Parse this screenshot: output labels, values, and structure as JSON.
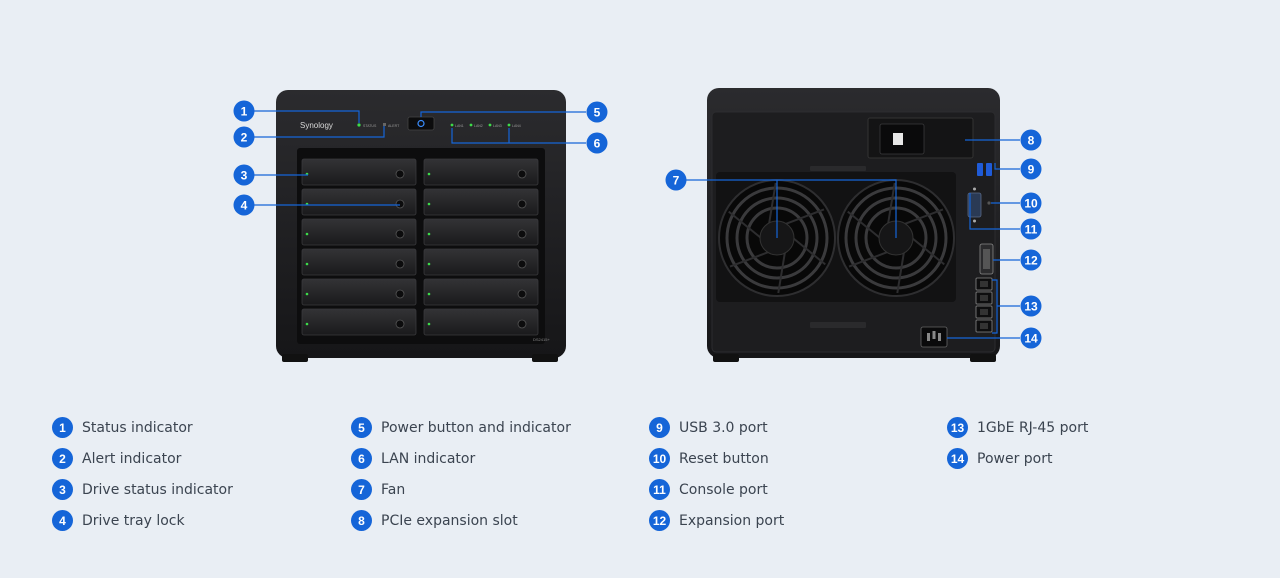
{
  "front_unit": {
    "brand": "Synology",
    "model": "DS2415+",
    "status_led_label": "STATUS",
    "alert_led_label": "ALERT",
    "lan_led_labels": [
      "LAN1",
      "LAN2",
      "LAN3",
      "LAN4"
    ]
  },
  "callouts": [
    {
      "number": "1"
    },
    {
      "number": "2"
    },
    {
      "number": "3"
    },
    {
      "number": "4"
    },
    {
      "number": "5"
    },
    {
      "number": "6"
    },
    {
      "number": "7"
    },
    {
      "number": "8"
    },
    {
      "number": "9"
    },
    {
      "number": "10"
    },
    {
      "number": "11"
    },
    {
      "number": "12"
    },
    {
      "number": "13"
    },
    {
      "number": "14"
    }
  ],
  "legend": [
    {
      "number": "1",
      "label": "Status indicator"
    },
    {
      "number": "2",
      "label": "Alert indicator"
    },
    {
      "number": "3",
      "label": "Drive status indicator"
    },
    {
      "number": "4",
      "label": "Drive tray lock"
    },
    {
      "number": "5",
      "label": "Power button and indicator"
    },
    {
      "number": "6",
      "label": "LAN indicator"
    },
    {
      "number": "7",
      "label": "Fan"
    },
    {
      "number": "8",
      "label": "PCIe expansion slot"
    },
    {
      "number": "9",
      "label": "USB 3.0 port"
    },
    {
      "number": "10",
      "label": "Reset button"
    },
    {
      "number": "11",
      "label": "Console port"
    },
    {
      "number": "12",
      "label": "Expansion port"
    },
    {
      "number": "13",
      "label": "1GbE RJ-45 port"
    },
    {
      "number": "14",
      "label": "Power port"
    }
  ],
  "colors": {
    "badge": "#1565d8",
    "leader_line": "#1565d8",
    "chassis": "#1c1c1e",
    "led_green": "#3ddc4a",
    "background": "#e9eef4"
  },
  "icons": [
    "fan-icon",
    "power-button-icon",
    "usb-port-icon",
    "rj45-port-icon",
    "power-socket-icon"
  ]
}
